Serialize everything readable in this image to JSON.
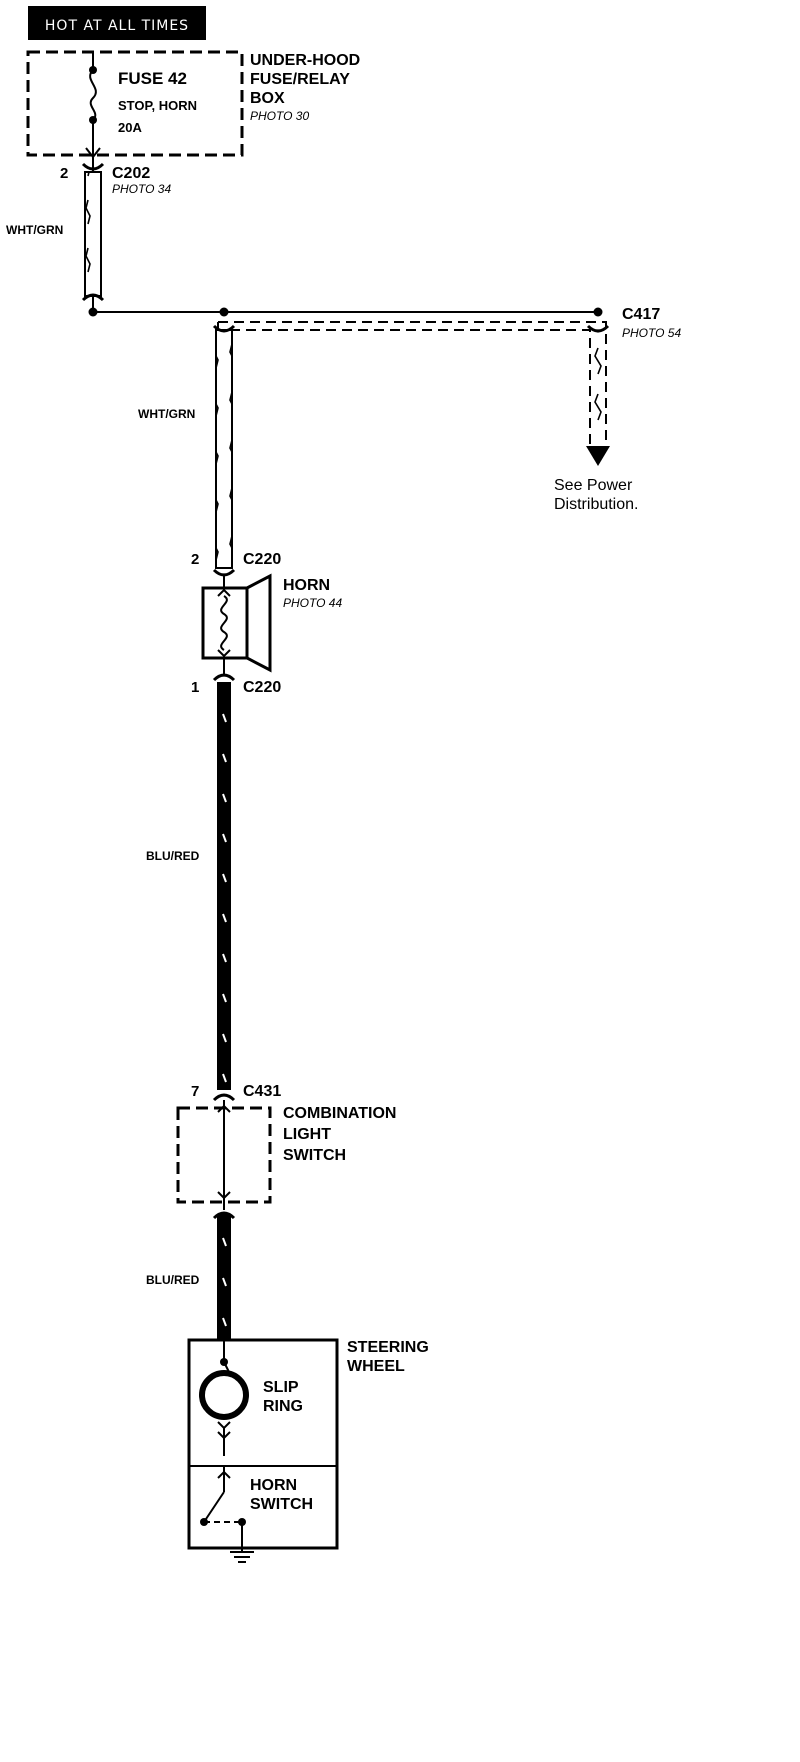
{
  "header": {
    "label": "HOT AT ALL TIMES"
  },
  "fuse_box": {
    "title_line1": "UNDER-HOOD",
    "title_line2": "FUSE/RELAY",
    "title_line3": "BOX",
    "photo": "PHOTO 30",
    "fuse_name": "FUSE 42",
    "fuse_desc": "STOP, HORN",
    "fuse_rating": "20A"
  },
  "connectors": {
    "c202": {
      "name": "C202",
      "photo": "PHOTO 34",
      "pin": "2"
    },
    "c417": {
      "name": "C417",
      "photo": "PHOTO 54"
    },
    "c220_top": {
      "name": "C220",
      "pin": "2"
    },
    "c220_bottom": {
      "name": "C220",
      "pin": "1"
    },
    "c431": {
      "name": "C431",
      "pin": "7"
    }
  },
  "wires": {
    "wire1": "WHT/GRN",
    "wire2": "WHT/GRN",
    "wire3": "BLU/RED",
    "wire4": "BLU/RED"
  },
  "power_dist": {
    "line1": "See Power",
    "line2": "Distribution."
  },
  "horn": {
    "label": "HORN",
    "photo": "PHOTO 44"
  },
  "combo_switch": {
    "line1": "COMBINATION",
    "line2": "LIGHT",
    "line3": "SWITCH"
  },
  "steering": {
    "line1": "STEERING",
    "line2": "WHEEL",
    "slip_line1": "SLIP",
    "slip_line2": "RING",
    "horn_sw_line1": "HORN",
    "horn_sw_line2": "SWITCH"
  }
}
